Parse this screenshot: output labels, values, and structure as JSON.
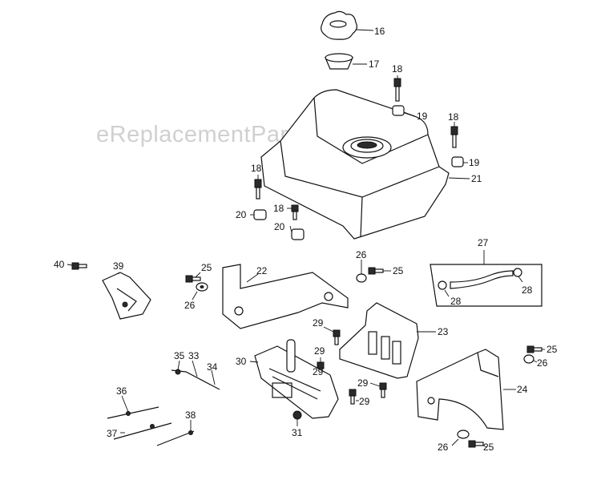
{
  "watermark": "eReplacementParts.com",
  "callouts": [
    {
      "id": "c16",
      "label": "16"
    },
    {
      "id": "c17",
      "label": "17"
    },
    {
      "id": "c18a",
      "label": "18"
    },
    {
      "id": "c19a",
      "label": "19"
    },
    {
      "id": "c18b",
      "label": "18"
    },
    {
      "id": "c19b",
      "label": "19"
    },
    {
      "id": "c21",
      "label": "21"
    },
    {
      "id": "c18c",
      "label": "18"
    },
    {
      "id": "c20a",
      "label": "20"
    },
    {
      "id": "c18d",
      "label": "18"
    },
    {
      "id": "c20b",
      "label": "20"
    },
    {
      "id": "c27",
      "label": "27"
    },
    {
      "id": "c28a",
      "label": "28"
    },
    {
      "id": "c28b",
      "label": "28"
    },
    {
      "id": "c40",
      "label": "40"
    },
    {
      "id": "c39",
      "label": "39"
    },
    {
      "id": "c25a",
      "label": "25"
    },
    {
      "id": "c26a",
      "label": "26"
    },
    {
      "id": "c22",
      "label": "22"
    },
    {
      "id": "c26b",
      "label": "26"
    },
    {
      "id": "c25b",
      "label": "25"
    },
    {
      "id": "c29a",
      "label": "29"
    },
    {
      "id": "c23",
      "label": "23"
    },
    {
      "id": "c29b",
      "label": "29"
    },
    {
      "id": "c25c",
      "label": "25"
    },
    {
      "id": "c26c",
      "label": "26"
    },
    {
      "id": "c35",
      "label": "35"
    },
    {
      "id": "c33",
      "label": "33"
    },
    {
      "id": "c34",
      "label": "34"
    },
    {
      "id": "c30",
      "label": "30"
    },
    {
      "id": "c29c",
      "label": "29"
    },
    {
      "id": "c29d",
      "label": "29"
    },
    {
      "id": "c29e",
      "label": "29"
    },
    {
      "id": "c24",
      "label": "24"
    },
    {
      "id": "c36",
      "label": "36"
    },
    {
      "id": "c38",
      "label": "38"
    },
    {
      "id": "c37",
      "label": "37"
    },
    {
      "id": "c31",
      "label": "31"
    },
    {
      "id": "c26d",
      "label": "26"
    },
    {
      "id": "c25d",
      "label": "25"
    }
  ]
}
